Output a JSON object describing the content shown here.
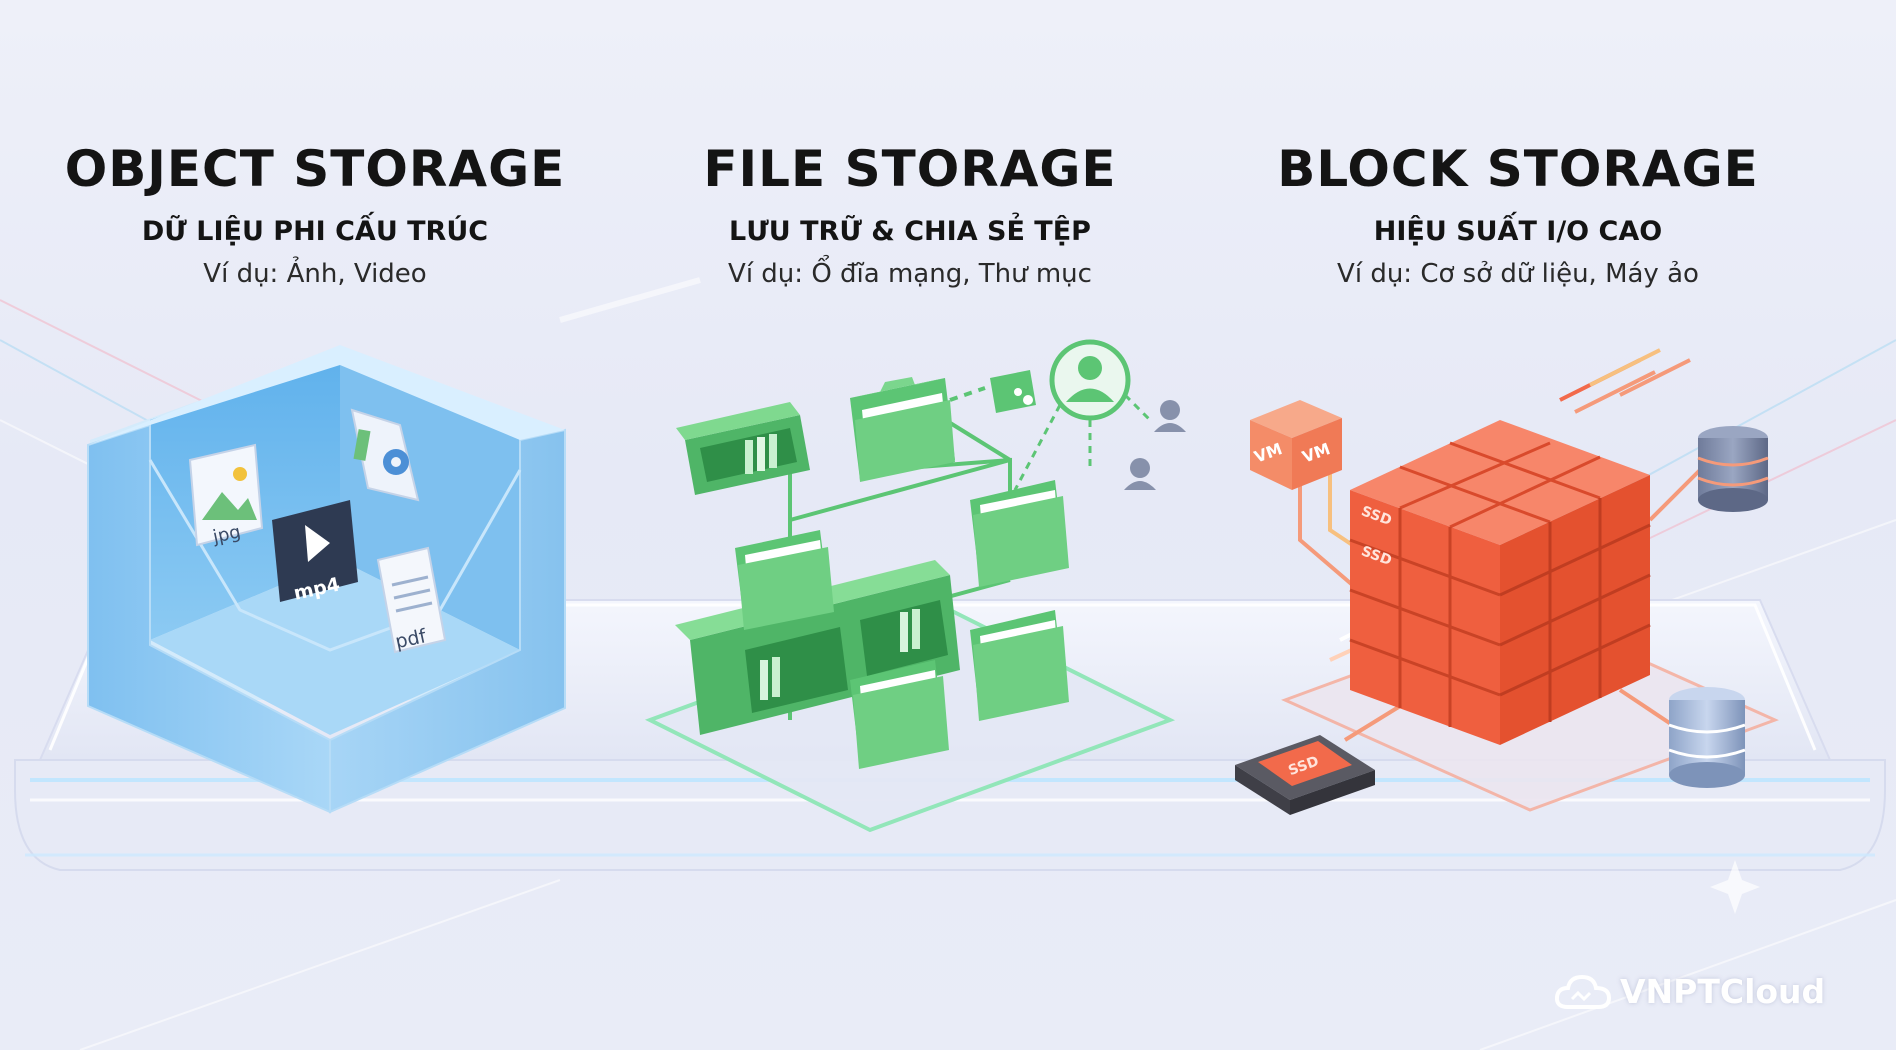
{
  "columns": [
    {
      "title": "OBJECT STORAGE",
      "subtitle": "DỮ LIỆU PHI CẤU TRÚC",
      "example": "Ví dụ: Ảnh, Video"
    },
    {
      "title": "FILE STORAGE",
      "subtitle": "LƯU TRỮ & CHIA SẺ TỆP",
      "example": "Ví dụ: Ổ đĩa mạng, Thư mục"
    },
    {
      "title": "BLOCK STORAGE",
      "subtitle": "HIỆU SUẤT I/O CAO",
      "example": "Ví dụ: Cơ sở dữ liệu, Máy ảo"
    }
  ],
  "object_files": [
    "jpg",
    "mp4",
    "pdf"
  ],
  "vm_labels": [
    "VM",
    "VM"
  ],
  "ssd_labels": [
    "SSD",
    "SSD",
    "SSD"
  ],
  "brand": {
    "name": "VNPTCloud",
    "icon": "cloud-icon"
  },
  "colors": {
    "object": "#8fc8f2",
    "file": "#5cc574",
    "block": "#f26a4b",
    "platform": "#eef1fb"
  }
}
